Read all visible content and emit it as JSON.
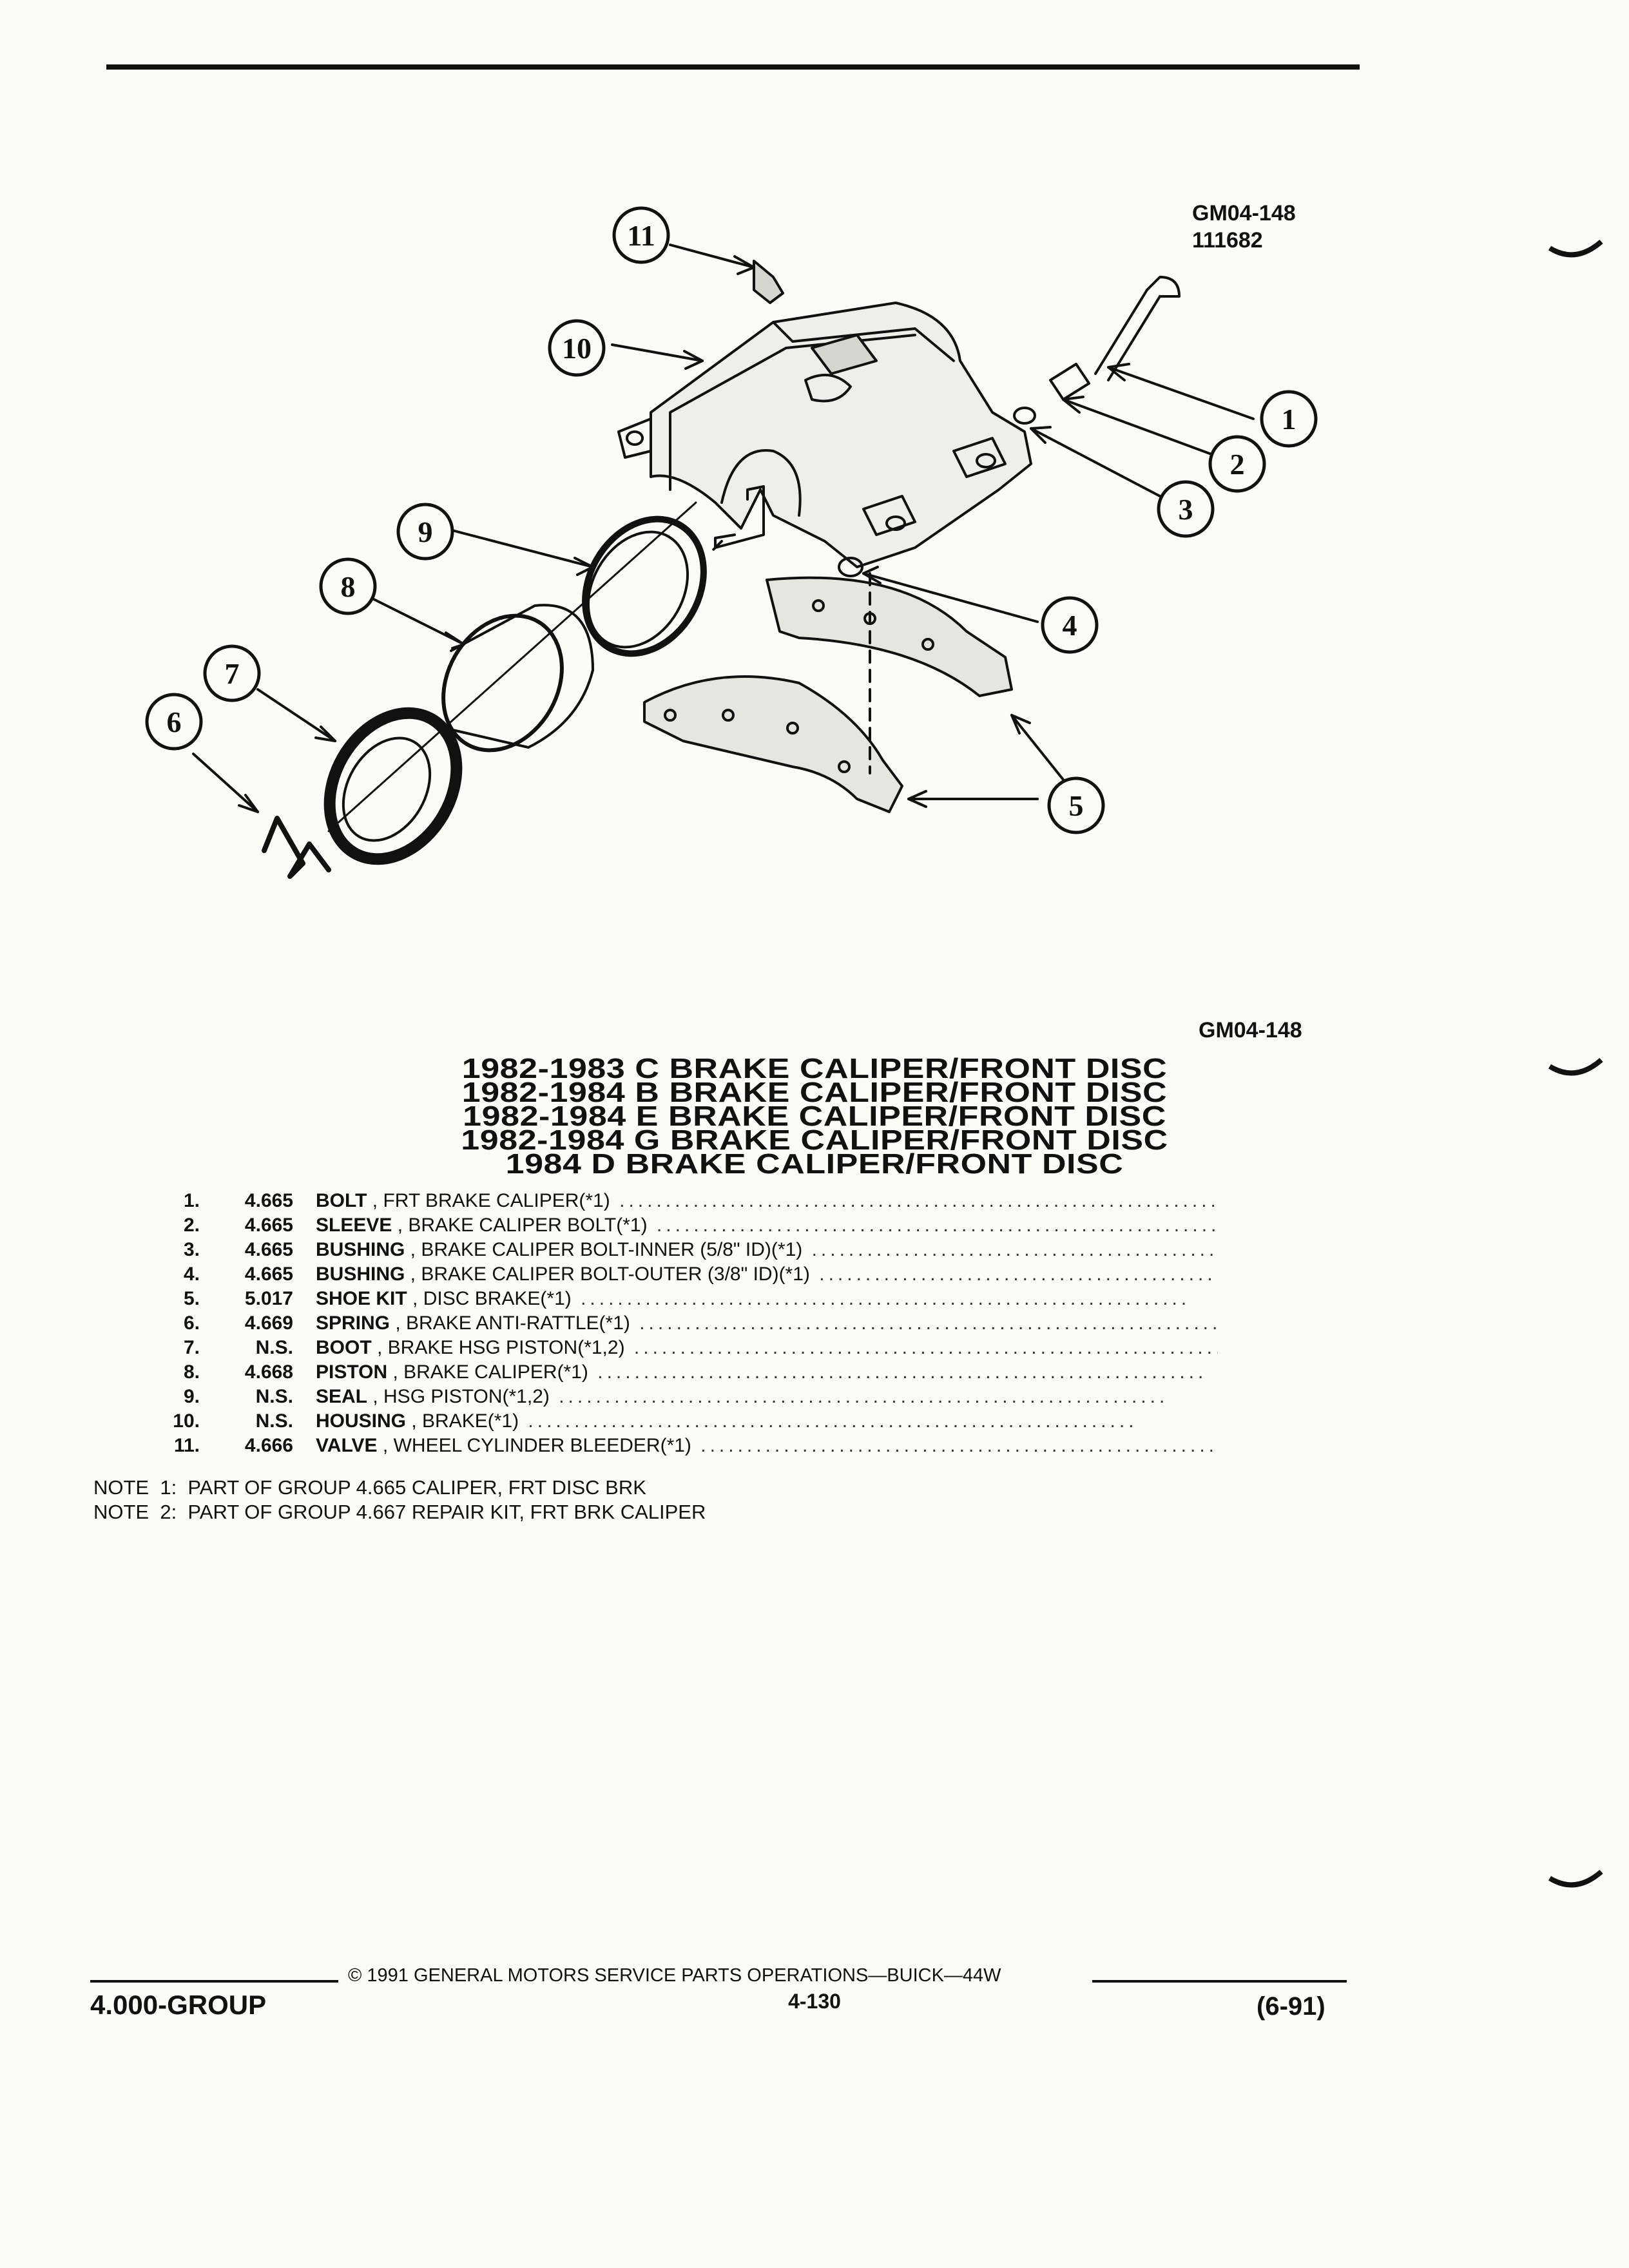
{
  "figure": {
    "code": "GM04-148",
    "date_code": "111682",
    "callouts": [
      "1",
      "2",
      "3",
      "4",
      "5",
      "6",
      "7",
      "8",
      "9",
      "10",
      "11"
    ]
  },
  "titles": [
    "1982-1983 C BRAKE CALIPER/FRONT DISC",
    "1982-1984 B BRAKE CALIPER/FRONT DISC",
    "1982-1984 E BRAKE CALIPER/FRONT DISC",
    "1982-1984 G BRAKE CALIPER/FRONT DISC",
    "1984 D BRAKE CALIPER/FRONT DISC"
  ],
  "parts": [
    {
      "num": "1.",
      "group": "4.665",
      "name": "BOLT",
      "desc": " , FRT BRAKE CALIPER(*1)"
    },
    {
      "num": "2.",
      "group": "4.665",
      "name": "SLEEVE",
      "desc": " , BRAKE CALIPER BOLT(*1)"
    },
    {
      "num": "3.",
      "group": "4.665",
      "name": "BUSHING",
      "desc": " , BRAKE CALIPER BOLT-INNER (5/8\" ID)(*1)"
    },
    {
      "num": "4.",
      "group": "4.665",
      "name": "BUSHING",
      "desc": " , BRAKE CALIPER BOLT-OUTER (3/8\" ID)(*1)"
    },
    {
      "num": "5.",
      "group": "5.017",
      "name": "SHOE KIT",
      "desc": " , DISC BRAKE(*1)"
    },
    {
      "num": "6.",
      "group": "4.669",
      "name": "SPRING",
      "desc": " , BRAKE ANTI-RATTLE(*1)"
    },
    {
      "num": "7.",
      "group": "N.S.",
      "name": "BOOT",
      "desc": " , BRAKE HSG PISTON(*1,2)"
    },
    {
      "num": "8.",
      "group": "4.668",
      "name": "PISTON",
      "desc": " , BRAKE CALIPER(*1)"
    },
    {
      "num": "9.",
      "group": "N.S.",
      "name": "SEAL",
      "desc": " , HSG PISTON(*1,2)"
    },
    {
      "num": "10.",
      "group": "N.S.",
      "name": "HOUSING",
      "desc": " , BRAKE(*1)"
    },
    {
      "num": "11.",
      "group": "4.666",
      "name": "VALVE",
      "desc": " , WHEEL CYLINDER BLEEDER(*1)"
    }
  ],
  "notes": [
    "NOTE  1:  PART OF GROUP 4.665 CALIPER, FRT DISC BRK",
    "NOTE  2:  PART OF GROUP 4.667 REPAIR KIT, FRT BRK CALIPER"
  ],
  "footer": {
    "copyright": "© 1991 GENERAL MOTORS SERVICE PARTS OPERATIONS—BUICK—44W",
    "group": "4.000-GROUP",
    "page": "4-130",
    "date": "(6-91)"
  }
}
